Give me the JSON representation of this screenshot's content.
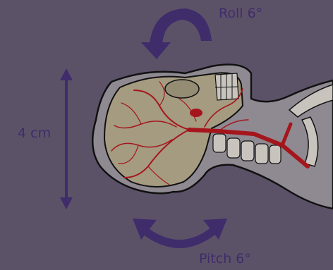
{
  "labels": {
    "roll": "Roll 6°",
    "pitch": "Pitch 6°",
    "height": "4 cm"
  },
  "colors": {
    "background": "#5c5268",
    "arrow": "#3f2c6b",
    "head_shadow": "#8f8a92",
    "skull": "#a59b80",
    "vessel": "#a5161c",
    "outline": "#111111"
  }
}
